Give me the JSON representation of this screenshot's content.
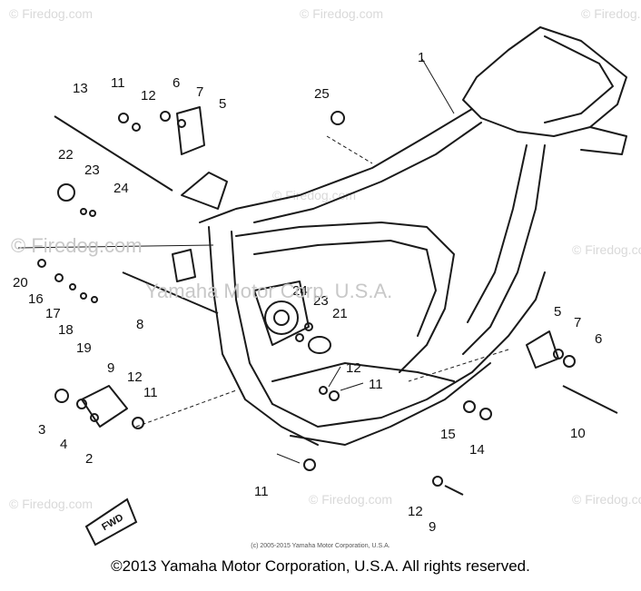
{
  "watermarks": {
    "brand": "© Firedog.com",
    "overlay": "Yamaha Motor Corp. U.S.A."
  },
  "callouts": {
    "c1": "1",
    "c2": "2",
    "c3": "3",
    "c4": "4",
    "c5a": "5",
    "c5b": "5",
    "c6a": "6",
    "c6b": "6",
    "c7a": "7",
    "c7b": "7",
    "c8": "8",
    "c9a": "9",
    "c9b": "9",
    "c10": "10",
    "c11a": "11",
    "c11b": "11",
    "c11c": "11",
    "c11d": "11",
    "c12a": "12",
    "c12b": "12",
    "c12c": "12",
    "c12d": "12",
    "c13": "13",
    "c14": "14",
    "c15": "15",
    "c16": "16",
    "c17": "17",
    "c18": "18",
    "c19": "19",
    "c20": "20",
    "c21": "21",
    "c22": "22",
    "c23a": "23",
    "c23b": "23",
    "c24a": "24",
    "c24b": "24",
    "c25": "25"
  },
  "fwd_label": "FWD",
  "small_copyright": "(c) 2005-2015 Yamaha Motor Corporation, U.S.A.",
  "footer": "©2013 Yamaha Motor Corporation, U.S.A. All rights reserved."
}
